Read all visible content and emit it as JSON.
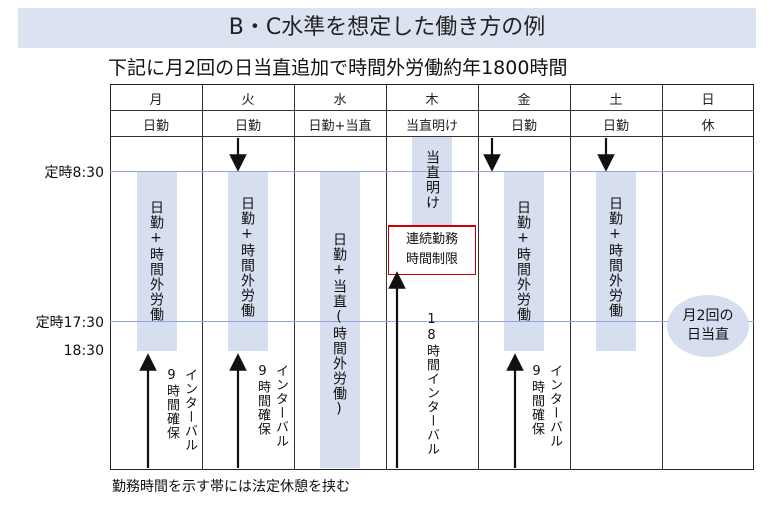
{
  "title": "B・C水準を想定した働き方の例",
  "subtitle": "下記に月2回の日当直追加で時間外労働約年1800時間",
  "days": [
    "月",
    "火",
    "水",
    "木",
    "金",
    "土",
    "日"
  ],
  "shifts": [
    "日勤",
    "日勤",
    "日勤+当直",
    "当直明け",
    "日勤",
    "日勤",
    "休"
  ],
  "times": {
    "t1": "定時8:30",
    "t2": "定時17:30",
    "t3": "18:30"
  },
  "bands": {
    "mon": "日勤+時間外労働",
    "tue": "日勤+時間外労働",
    "wed": "日勤+当直(時間外労働)",
    "thu_top": "当直明け",
    "fri": "日勤+時間外労働",
    "sat": "日勤+時間外労働"
  },
  "limit_box": {
    "line1": "連続勤務",
    "line2": "時間制限"
  },
  "interval": {
    "mon_a": "インターバル",
    "mon_b": "9時間確保",
    "tue_a": "インターバル",
    "tue_b": "9時間確保",
    "thu": "18時間インターバル",
    "fri_a": "インターバル",
    "fri_b": "9時間確保"
  },
  "sunday": {
    "line1": "月2回の",
    "line2": "日当直"
  },
  "footer": "勤務時間を示す帯には法定休憩を挟む",
  "colors": {
    "band": "#d6deef",
    "title_bg": "#dbe3f0",
    "limit_border": "#cc0000",
    "time_line": "#8fa7d4"
  }
}
